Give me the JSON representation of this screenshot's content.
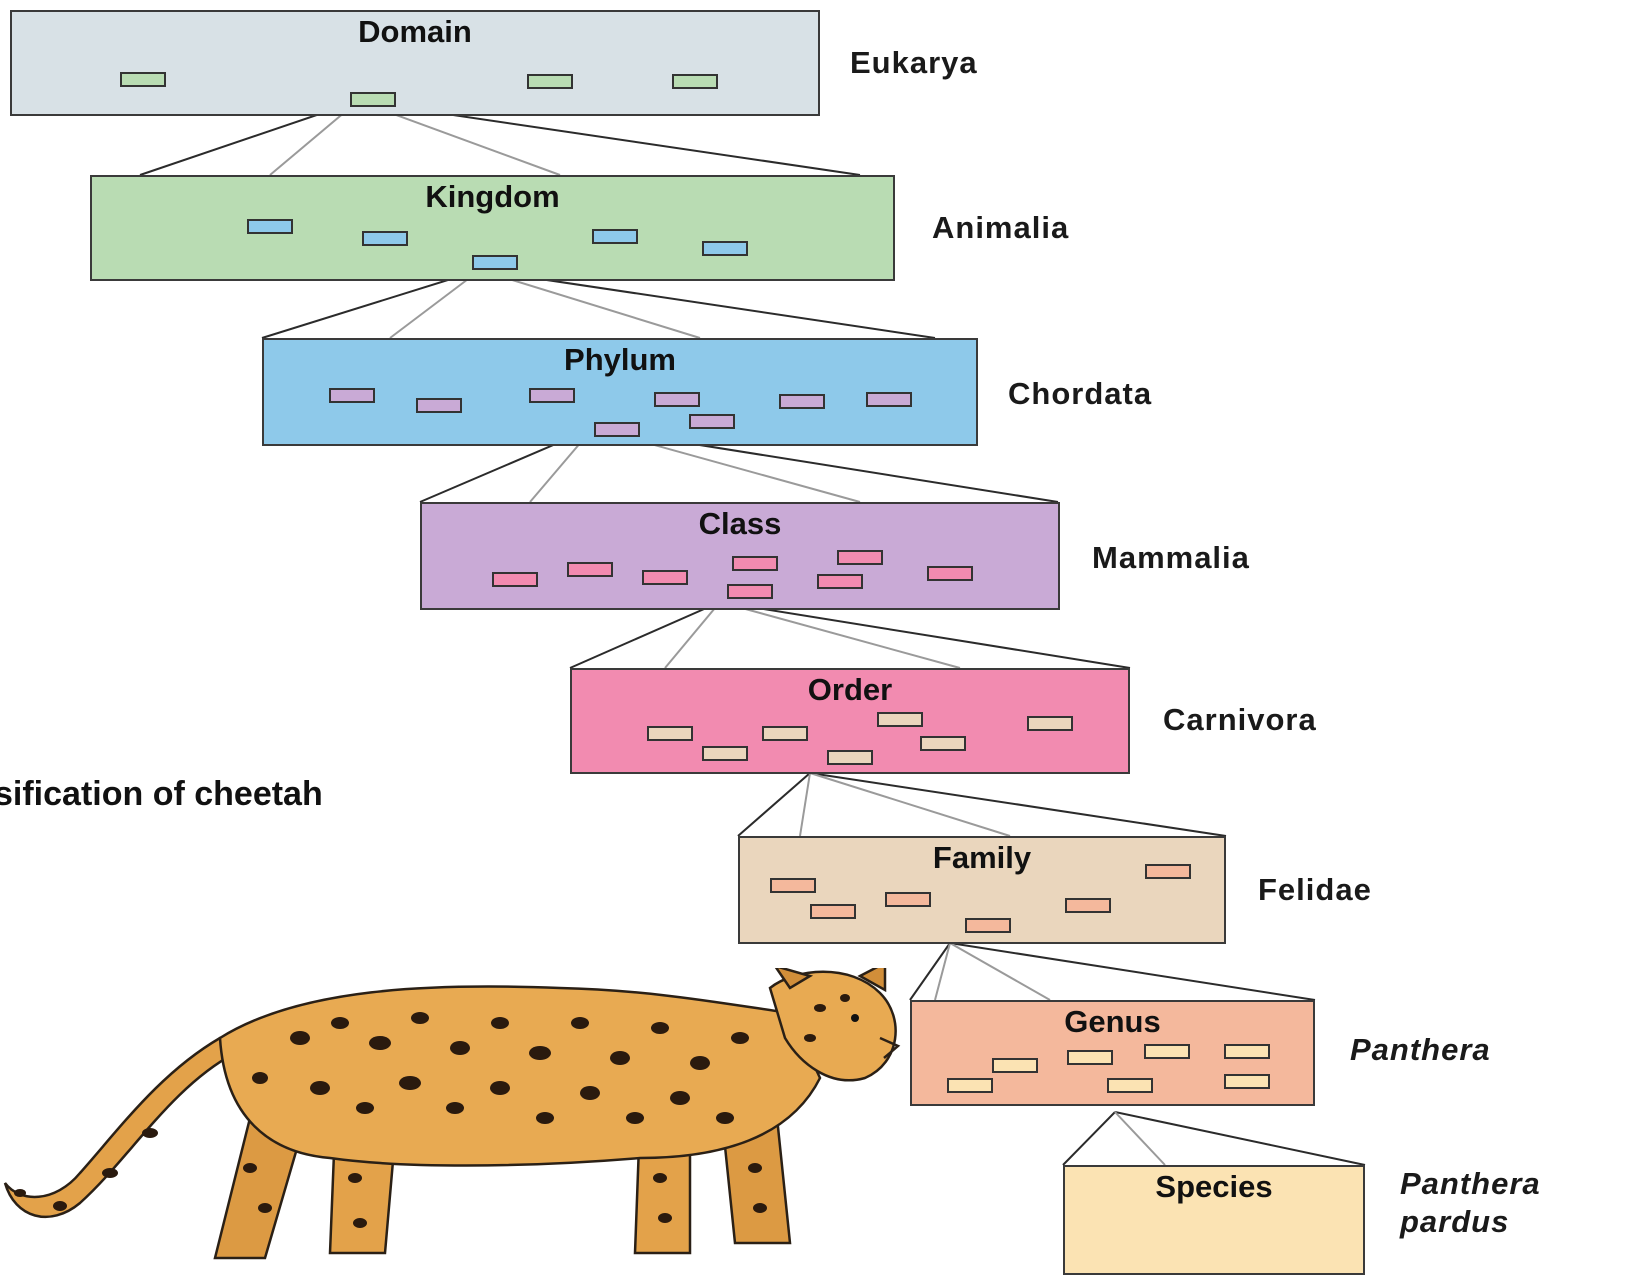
{
  "caption": "sification of cheetah",
  "levels": [
    {
      "rank": "Domain",
      "taxon": "Eukarya",
      "fill": "#d8e1e6",
      "mini_fill": "#b9dcb3"
    },
    {
      "rank": "Kingdom",
      "taxon": "Animalia",
      "fill": "#b9dcb3",
      "mini_fill": "#8ec9ea"
    },
    {
      "rank": "Phylum",
      "taxon": "Chordata",
      "fill": "#8ec9ea",
      "mini_fill": "#c9aad6"
    },
    {
      "rank": "Class",
      "taxon": "Mammalia",
      "fill": "#c9aad6",
      "mini_fill": "#f28bb0"
    },
    {
      "rank": "Order",
      "taxon": "Carnivora",
      "fill": "#f28bb0",
      "mini_fill": "#ead6bd"
    },
    {
      "rank": "Family",
      "taxon": "Felidae",
      "fill": "#ead6bd",
      "mini_fill": "#f4b89c"
    },
    {
      "rank": "Genus",
      "taxon": "Panthera",
      "fill": "#f4b89c",
      "mini_fill": "#fbe3b3"
    },
    {
      "rank": "Species",
      "taxon_line1": "Panthera",
      "taxon_line2": "pardus",
      "fill": "#fbe3b3"
    }
  ],
  "illustration": "leopard-illustration"
}
